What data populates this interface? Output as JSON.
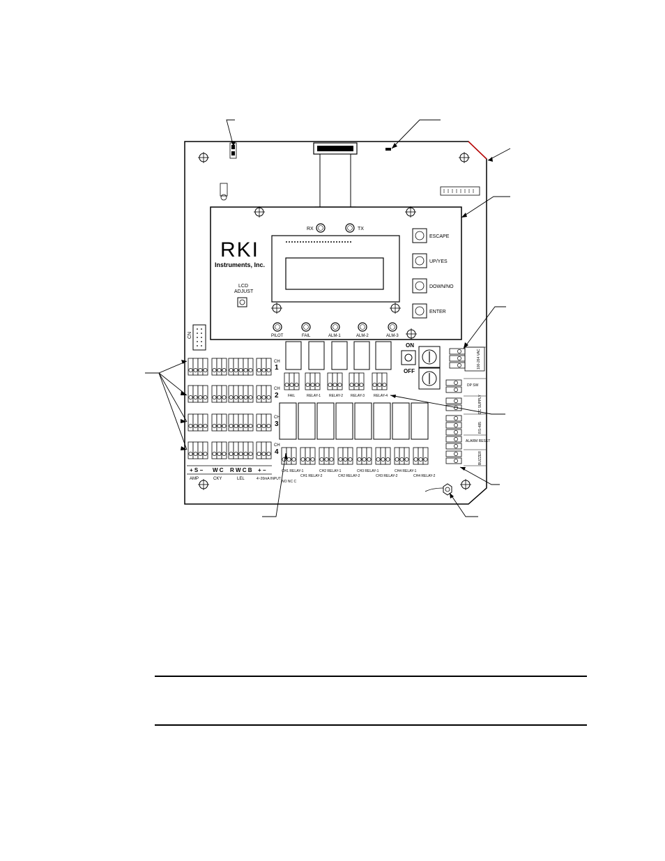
{
  "board": {
    "logo": "RKI",
    "company": "Instruments, Inc.",
    "lcd_adjust": [
      "LCD",
      "ADJUST"
    ],
    "rx": "RX",
    "tx": "TX",
    "buttons": [
      "ESCAPE",
      "UP/YES",
      "DOWN/NO",
      "ENTER"
    ],
    "leds": [
      "PILOT",
      "FAIL",
      "ALM-1",
      "ALM-2",
      "ALM-3"
    ],
    "power": {
      "on": "ON",
      "off": "OFF"
    },
    "channel_label": "CH",
    "channels": [
      "1",
      "2",
      "3",
      "4"
    ],
    "bottom_labels": [
      "+ S −",
      "W C",
      "R W C B",
      "+ −"
    ],
    "bottom_sublabels": [
      "AMP",
      "CKY",
      "LEL",
      "4~20mA INPUT"
    ],
    "top_relays": [
      "FAIL",
      "RELAY-1",
      "RELAY-2",
      "RELAY-3",
      "RELAY-4"
    ],
    "ch_relays": [
      "CH1 RELAY-1",
      "CH1 RELAY-2",
      "CH2 RELAY-1",
      "CH2 RELAY-2",
      "CH3 RELAY-1",
      "CH3 RELAY-2",
      "CH4 RELAY-1",
      "CH4 RELAY-2"
    ],
    "relay_contacts": "NO NC C",
    "side_blocks": [
      "100-264 VAC",
      "DP SW",
      "DC SUPPLY",
      "RS-485",
      "ALARM RESET",
      "BUZZER"
    ],
    "cn": "CN"
  }
}
